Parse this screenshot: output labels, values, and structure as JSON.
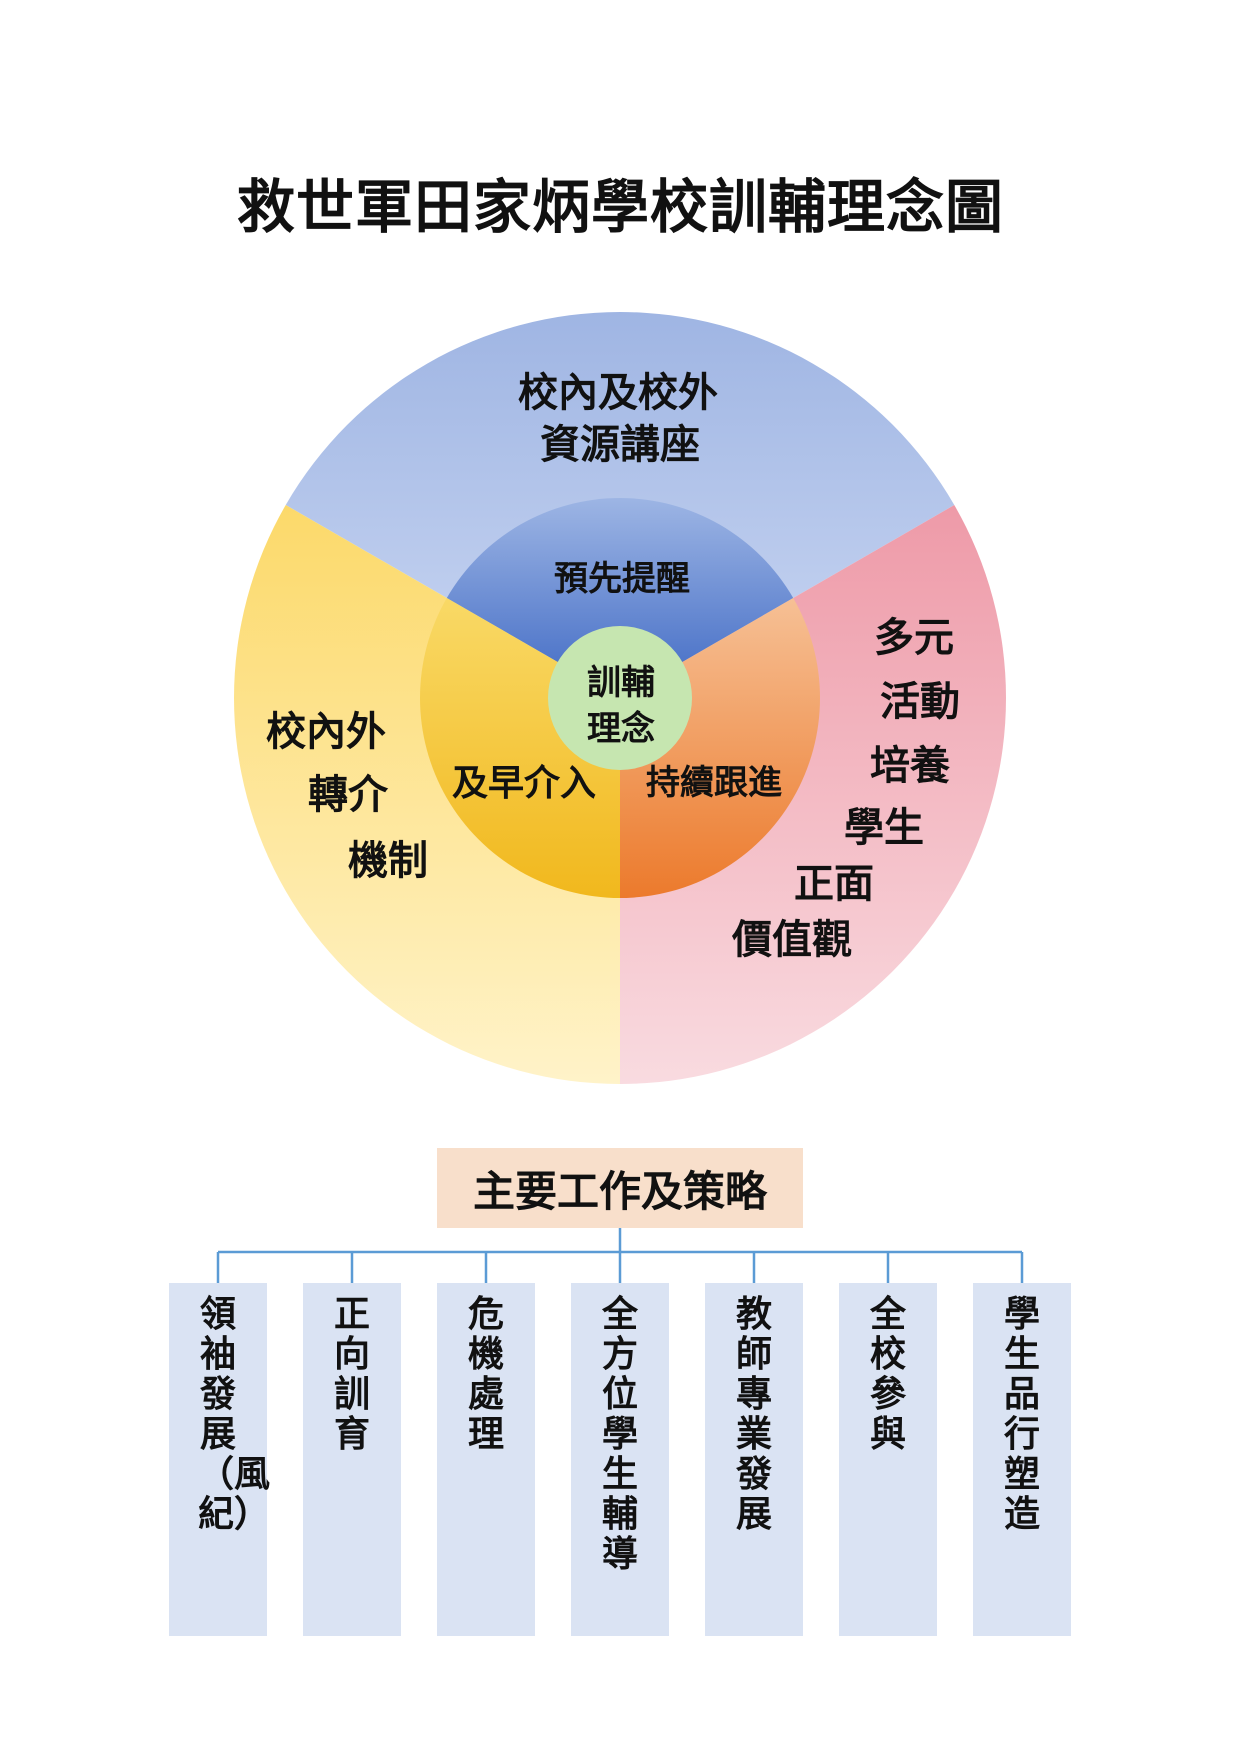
{
  "title": "救世軍田家炳學校訓輔理念圖",
  "colors": {
    "blue_outer": "#aebfe8",
    "yellow_outer": "#fde79a",
    "pink_outer": "#f2aab5",
    "blue_inner": "#5b84d2",
    "yellow_inner": "#f4c52e",
    "orange_inner": "#ee8a3e",
    "center": "#c6e6b0",
    "column": "#dae3f3",
    "header": "#f8dfcb",
    "connector": "#5b9bd5"
  },
  "wheel": {
    "center": [
      "訓輔",
      "理念"
    ],
    "inner": {
      "top": "預先提醒",
      "left": "及早介入",
      "right": "持續跟進"
    },
    "outer": {
      "top": [
        "校內及校外",
        "資源講座"
      ],
      "left": [
        "校內外",
        "轉介",
        "機制"
      ],
      "right": [
        "多元",
        "活動",
        "培養",
        "學生",
        "正面",
        "價值觀"
      ]
    }
  },
  "strategy": {
    "header": "主要工作及策略",
    "items": [
      "領袖發展（風紀）",
      "正向訓育",
      "危機處理",
      "全方位學生輔導",
      "教師專業發展",
      "全校參與",
      "學生品行塑造"
    ]
  }
}
